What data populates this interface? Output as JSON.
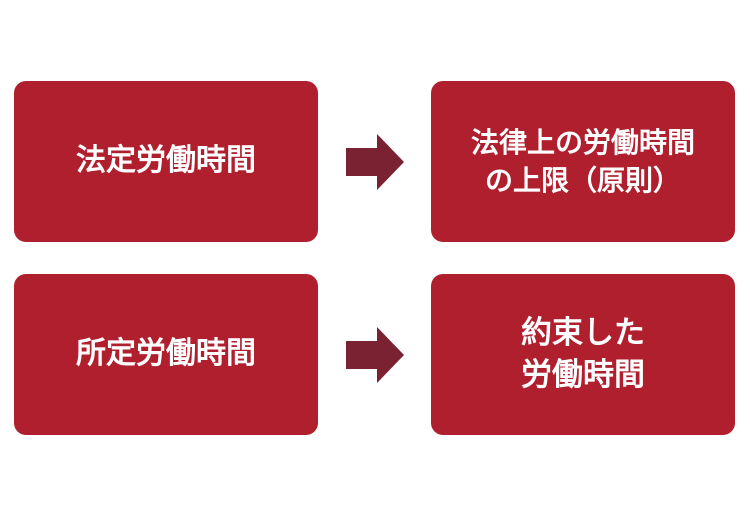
{
  "colors": {
    "box_fill": "#b01f2e",
    "box_text": "#ffffff",
    "arrow_fill": "#7a2232"
  },
  "rows": [
    {
      "left": "法定労働時間",
      "right_line1": "法律上の労働時間",
      "right_line2": "の上限（原則）",
      "arrow_icon": "right-arrow-icon"
    },
    {
      "left": "所定労働時間",
      "right_line1": "約束した",
      "right_line2": "労働時間",
      "arrow_icon": "right-arrow-icon"
    }
  ]
}
